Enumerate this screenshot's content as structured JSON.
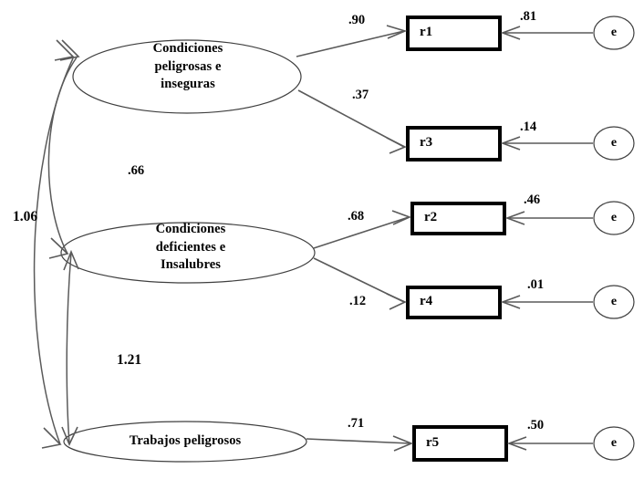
{
  "diagram": {
    "type": "structural-equation-model-path-diagram",
    "language": "es",
    "background_color": "#ffffff",
    "stroke_color": "#5a5a5a",
    "box_color": "#000000",
    "latents": [
      {
        "id": "f1",
        "label_lines": [
          "Condiciones",
          "peligrosas e",
          "inseguras"
        ]
      },
      {
        "id": "f2",
        "label_lines": [
          "Condiciones",
          "deficientes e",
          "Insalubres"
        ]
      },
      {
        "id": "f3",
        "label_lines": [
          "Trabajos peligrosos"
        ]
      }
    ],
    "indicators": [
      {
        "id": "r1",
        "label": "r1"
      },
      {
        "id": "r3",
        "label": "r3"
      },
      {
        "id": "r2",
        "label": "r2"
      },
      {
        "id": "r4",
        "label": "r4"
      },
      {
        "id": "r5",
        "label": "r5"
      }
    ],
    "errors": [
      {
        "id": "e1",
        "label": "e"
      },
      {
        "id": "e3",
        "label": "e"
      },
      {
        "id": "e2",
        "label": "e"
      },
      {
        "id": "e4",
        "label": "e"
      },
      {
        "id": "e5",
        "label": "e"
      }
    ],
    "loadings": [
      {
        "from": "f1",
        "to": "r1",
        "value": ".90"
      },
      {
        "from": "f1",
        "to": "r3",
        "value": ".37"
      },
      {
        "from": "f2",
        "to": "r2",
        "value": ".68"
      },
      {
        "from": "f2",
        "to": "r4",
        "value": ".12"
      },
      {
        "from": "f3",
        "to": "r5",
        "value": ".71"
      }
    ],
    "error_variances": [
      {
        "from": "e1",
        "to": "r1",
        "value": ".81"
      },
      {
        "from": "e3",
        "to": "r3",
        "value": ".14"
      },
      {
        "from": "e2",
        "to": "r2",
        "value": ".46"
      },
      {
        "from": "e4",
        "to": "r4",
        "value": ".01"
      },
      {
        "from": "e5",
        "to": "r5",
        "value": ".50"
      }
    ],
    "covariances": [
      {
        "between": [
          "f1",
          "f2"
        ],
        "value": ".66"
      },
      {
        "between": [
          "f1",
          "f3"
        ],
        "value": "1.06"
      },
      {
        "between": [
          "f2",
          "f3"
        ],
        "value": "1.21"
      }
    ]
  },
  "chart_data": {
    "type": "diagram",
    "title": "",
    "nodes": [
      {
        "id": "f1",
        "kind": "latent",
        "text": "Condiciones peligrosas e inseguras"
      },
      {
        "id": "f2",
        "kind": "latent",
        "text": "Condiciones deficientes e Insalubres"
      },
      {
        "id": "f3",
        "kind": "latent",
        "text": "Trabajos peligrosos"
      },
      {
        "id": "r1",
        "kind": "observed",
        "text": "r1"
      },
      {
        "id": "r2",
        "kind": "observed",
        "text": "r2"
      },
      {
        "id": "r3",
        "kind": "observed",
        "text": "r3"
      },
      {
        "id": "r4",
        "kind": "observed",
        "text": "r4"
      },
      {
        "id": "r5",
        "kind": "observed",
        "text": "r5"
      },
      {
        "id": "e1",
        "kind": "error",
        "text": "e"
      },
      {
        "id": "e2",
        "kind": "error",
        "text": "e"
      },
      {
        "id": "e3",
        "kind": "error",
        "text": "e"
      },
      {
        "id": "e4",
        "kind": "error",
        "text": "e"
      },
      {
        "id": "e5",
        "kind": "error",
        "text": "e"
      }
    ],
    "edges": [
      {
        "from": "f1",
        "to": "r1",
        "label": ".90",
        "style": "directed"
      },
      {
        "from": "f1",
        "to": "r3",
        "label": ".37",
        "style": "directed"
      },
      {
        "from": "f2",
        "to": "r2",
        "label": ".68",
        "style": "directed"
      },
      {
        "from": "f2",
        "to": "r4",
        "label": ".12",
        "style": "directed"
      },
      {
        "from": "f3",
        "to": "r5",
        "label": ".71",
        "style": "directed"
      },
      {
        "from": "e1",
        "to": "r1",
        "label": ".81",
        "style": "directed"
      },
      {
        "from": "e3",
        "to": "r3",
        "label": ".14",
        "style": "directed"
      },
      {
        "from": "e2",
        "to": "r2",
        "label": ".46",
        "style": "directed"
      },
      {
        "from": "e4",
        "to": "r4",
        "label": ".01",
        "style": "directed"
      },
      {
        "from": "e5",
        "to": "r5",
        "label": ".50",
        "style": "directed"
      },
      {
        "from": "f1",
        "to": "f2",
        "label": ".66",
        "style": "bidirected-curved"
      },
      {
        "from": "f1",
        "to": "f3",
        "label": "1.06",
        "style": "bidirected-curved"
      },
      {
        "from": "f2",
        "to": "f3",
        "label": "1.21",
        "style": "bidirected-curved"
      }
    ]
  },
  "labels": {
    "f1_line1": "Condiciones",
    "f1_line2": "peligrosas e",
    "f1_line3": "inseguras",
    "f2_line1": "Condiciones",
    "f2_line2": "deficientes e",
    "f2_line3": "Insalubres",
    "f3_line1": "Trabajos peligrosos",
    "r1": "r1",
    "r2": "r2",
    "r3": "r3",
    "r4": "r4",
    "r5": "r5",
    "e1": "e",
    "e2": "e",
    "e3": "e",
    "e4": "e",
    "e5": "e",
    "c_f1_r1": ".90",
    "c_f1_r3": ".37",
    "c_f2_r2": ".68",
    "c_f2_r4": ".12",
    "c_f3_r5": ".71",
    "v_e1": ".81",
    "v_e3": ".14",
    "v_e2": ".46",
    "v_e4": ".01",
    "v_e5": ".50",
    "cov_f1_f2": ".66",
    "cov_f1_f3": "1.06",
    "cov_f2_f3": "1.21"
  }
}
